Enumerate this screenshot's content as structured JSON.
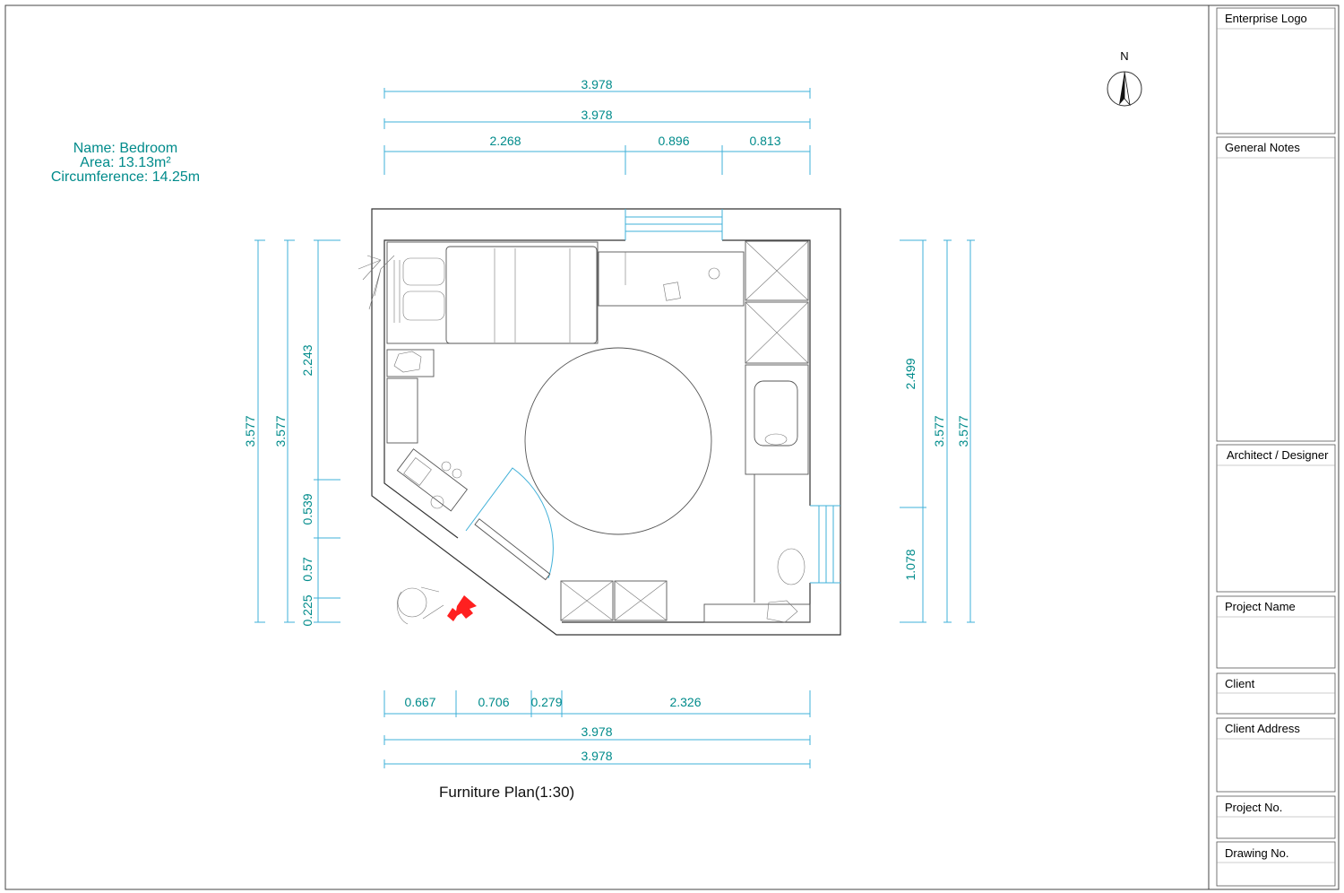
{
  "room_info": {
    "name": "Name: Bedroom",
    "area": "Area: 13.13m²",
    "circumference": "Circumference: 14.25m"
  },
  "compass": {
    "north_label": "N"
  },
  "plan_title": "Furniture Plan(1:30)",
  "dimensions": {
    "top_total_1": "3.978",
    "top_total_2": "3.978",
    "top_seg_1": "2.268",
    "top_seg_2": "0.896",
    "top_seg_3": "0.813",
    "bottom_seg_1": "0.667",
    "bottom_seg_2": "0.706",
    "bottom_seg_3": "0.279",
    "bottom_seg_4": "2.326",
    "bottom_total_1": "3.978",
    "bottom_total_2": "3.978",
    "left_total_1": "3.577",
    "left_total_2": "3.577",
    "left_seg_1": "2.243",
    "left_seg_2": "0.539",
    "left_seg_3": "0.57",
    "left_seg_4": "0.225",
    "right_seg_1": "2.499",
    "right_seg_2": "1.078",
    "right_total_1": "3.577",
    "right_total_2": "3.577"
  },
  "title_block": {
    "logo": "Enterprise Logo",
    "notes": "General Notes",
    "architect": "Architect / Designer",
    "project_name": "Project Name",
    "client": "Client",
    "client_address": "Client Address",
    "project_no": "Project No.",
    "drawing_no": "Drawing No."
  }
}
